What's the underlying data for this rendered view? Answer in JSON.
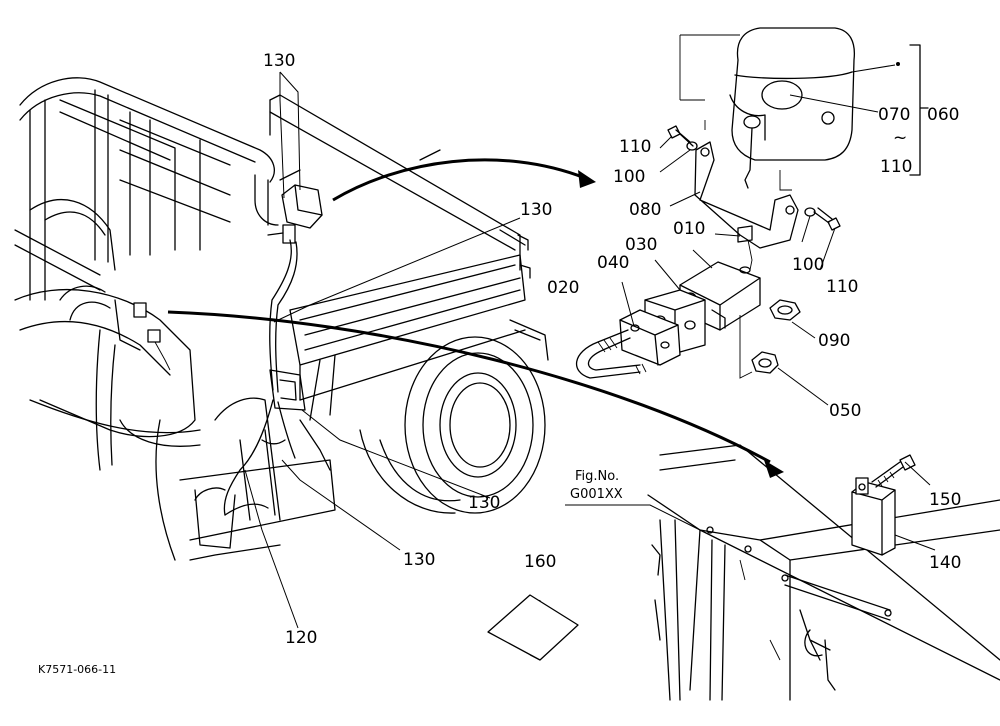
{
  "diagram": {
    "labels": {
      "p010": "010",
      "p020": "020",
      "p030": "030",
      "p040": "040",
      "p050": "050",
      "p060": "060",
      "p070": "070",
      "p080": "080",
      "p090": "090",
      "p100": "100",
      "p110": "110",
      "p120": "120",
      "p130": "130",
      "p140": "140",
      "p150": "150",
      "p160": "160",
      "tilde": "~",
      "fig_no": "Fig.No.",
      "fig_ref": "G001XX",
      "drawing_id": "K7571-066-11"
    }
  }
}
